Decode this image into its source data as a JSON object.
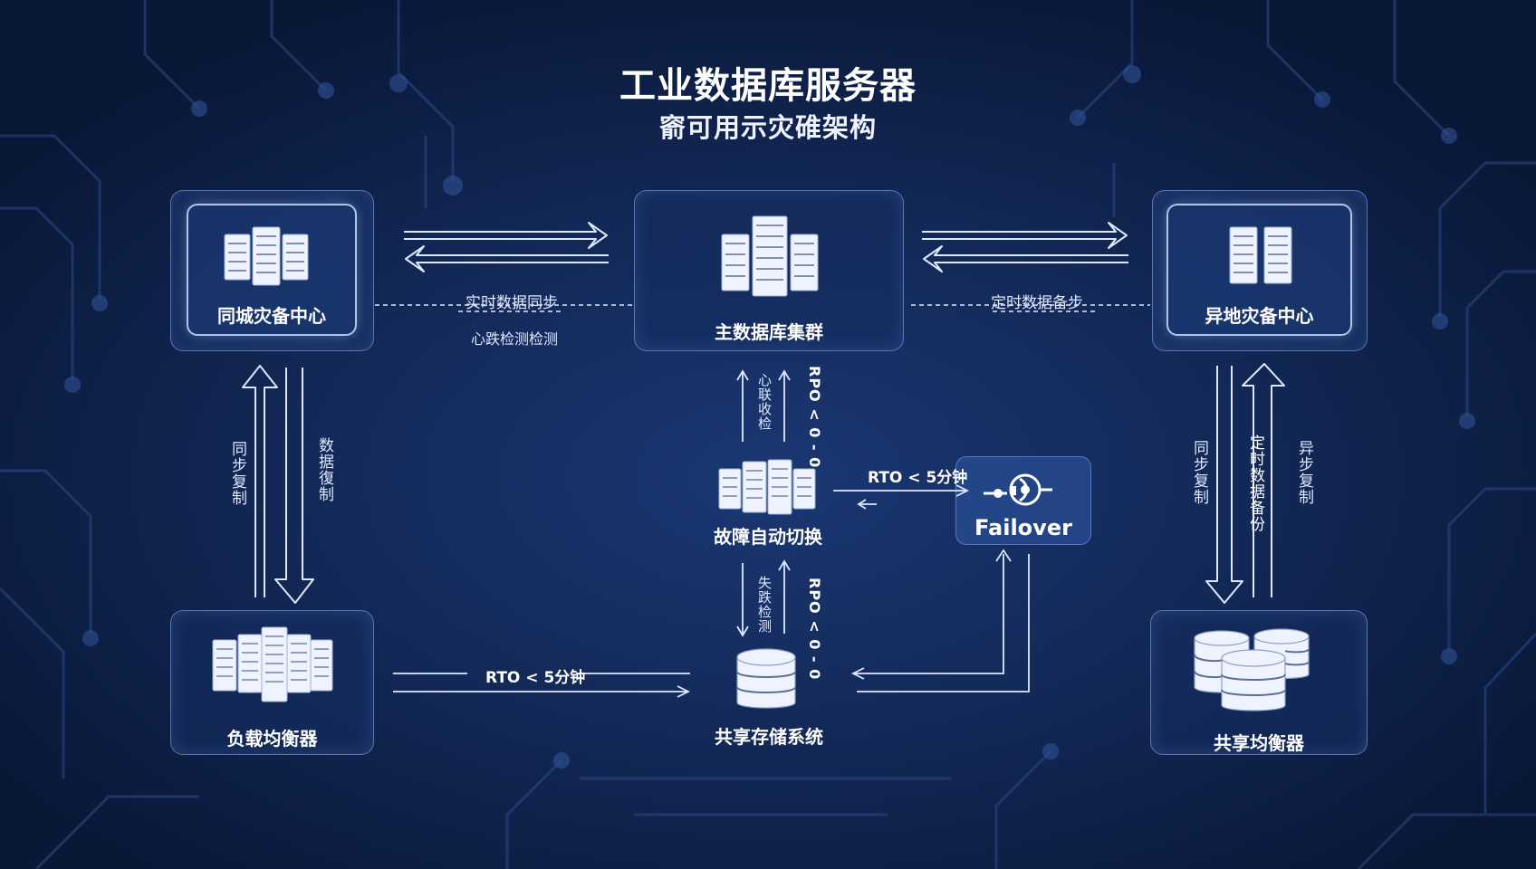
{
  "title": "工业数据库服务器",
  "subtitle": "窬可用示灾碓架构",
  "nodes": {
    "local_dr": "同城灾备中心",
    "primary": "主数据库集群",
    "remote_dr": "异地灾备中心",
    "failover_switch": "故障自动切换",
    "load_balancer": "负载均衡器",
    "shared_storage": "共享存储系统",
    "shared_balancer": "共享均衡器",
    "failover": "Failover"
  },
  "links": {
    "realtime_sync": "实时数据同步",
    "heartbeat": "心跌检测检测",
    "scheduled_sync": "定时数据备步",
    "left_sync_copy": "同步复制",
    "left_data_backup": "数据復制",
    "heart_detect_top": "心联收检",
    "rpo_top": "RPO < 0 - 0",
    "rto_mid": "RTO < 5分钟",
    "detect_bottom": "失跌检测",
    "rpo_bottom": "RPO < 0 - 0",
    "rto_bottom": "RTO < 5分钟",
    "right_sync_copy": "同步复制",
    "right_scheduled_backup": "定时数据备份",
    "right_async_copy": "异步复制"
  },
  "colors": {
    "background": "#0d1f45",
    "node_fill": "#162e60",
    "line": "#dfe8ff",
    "accent_glow": "#9ec0ff"
  }
}
